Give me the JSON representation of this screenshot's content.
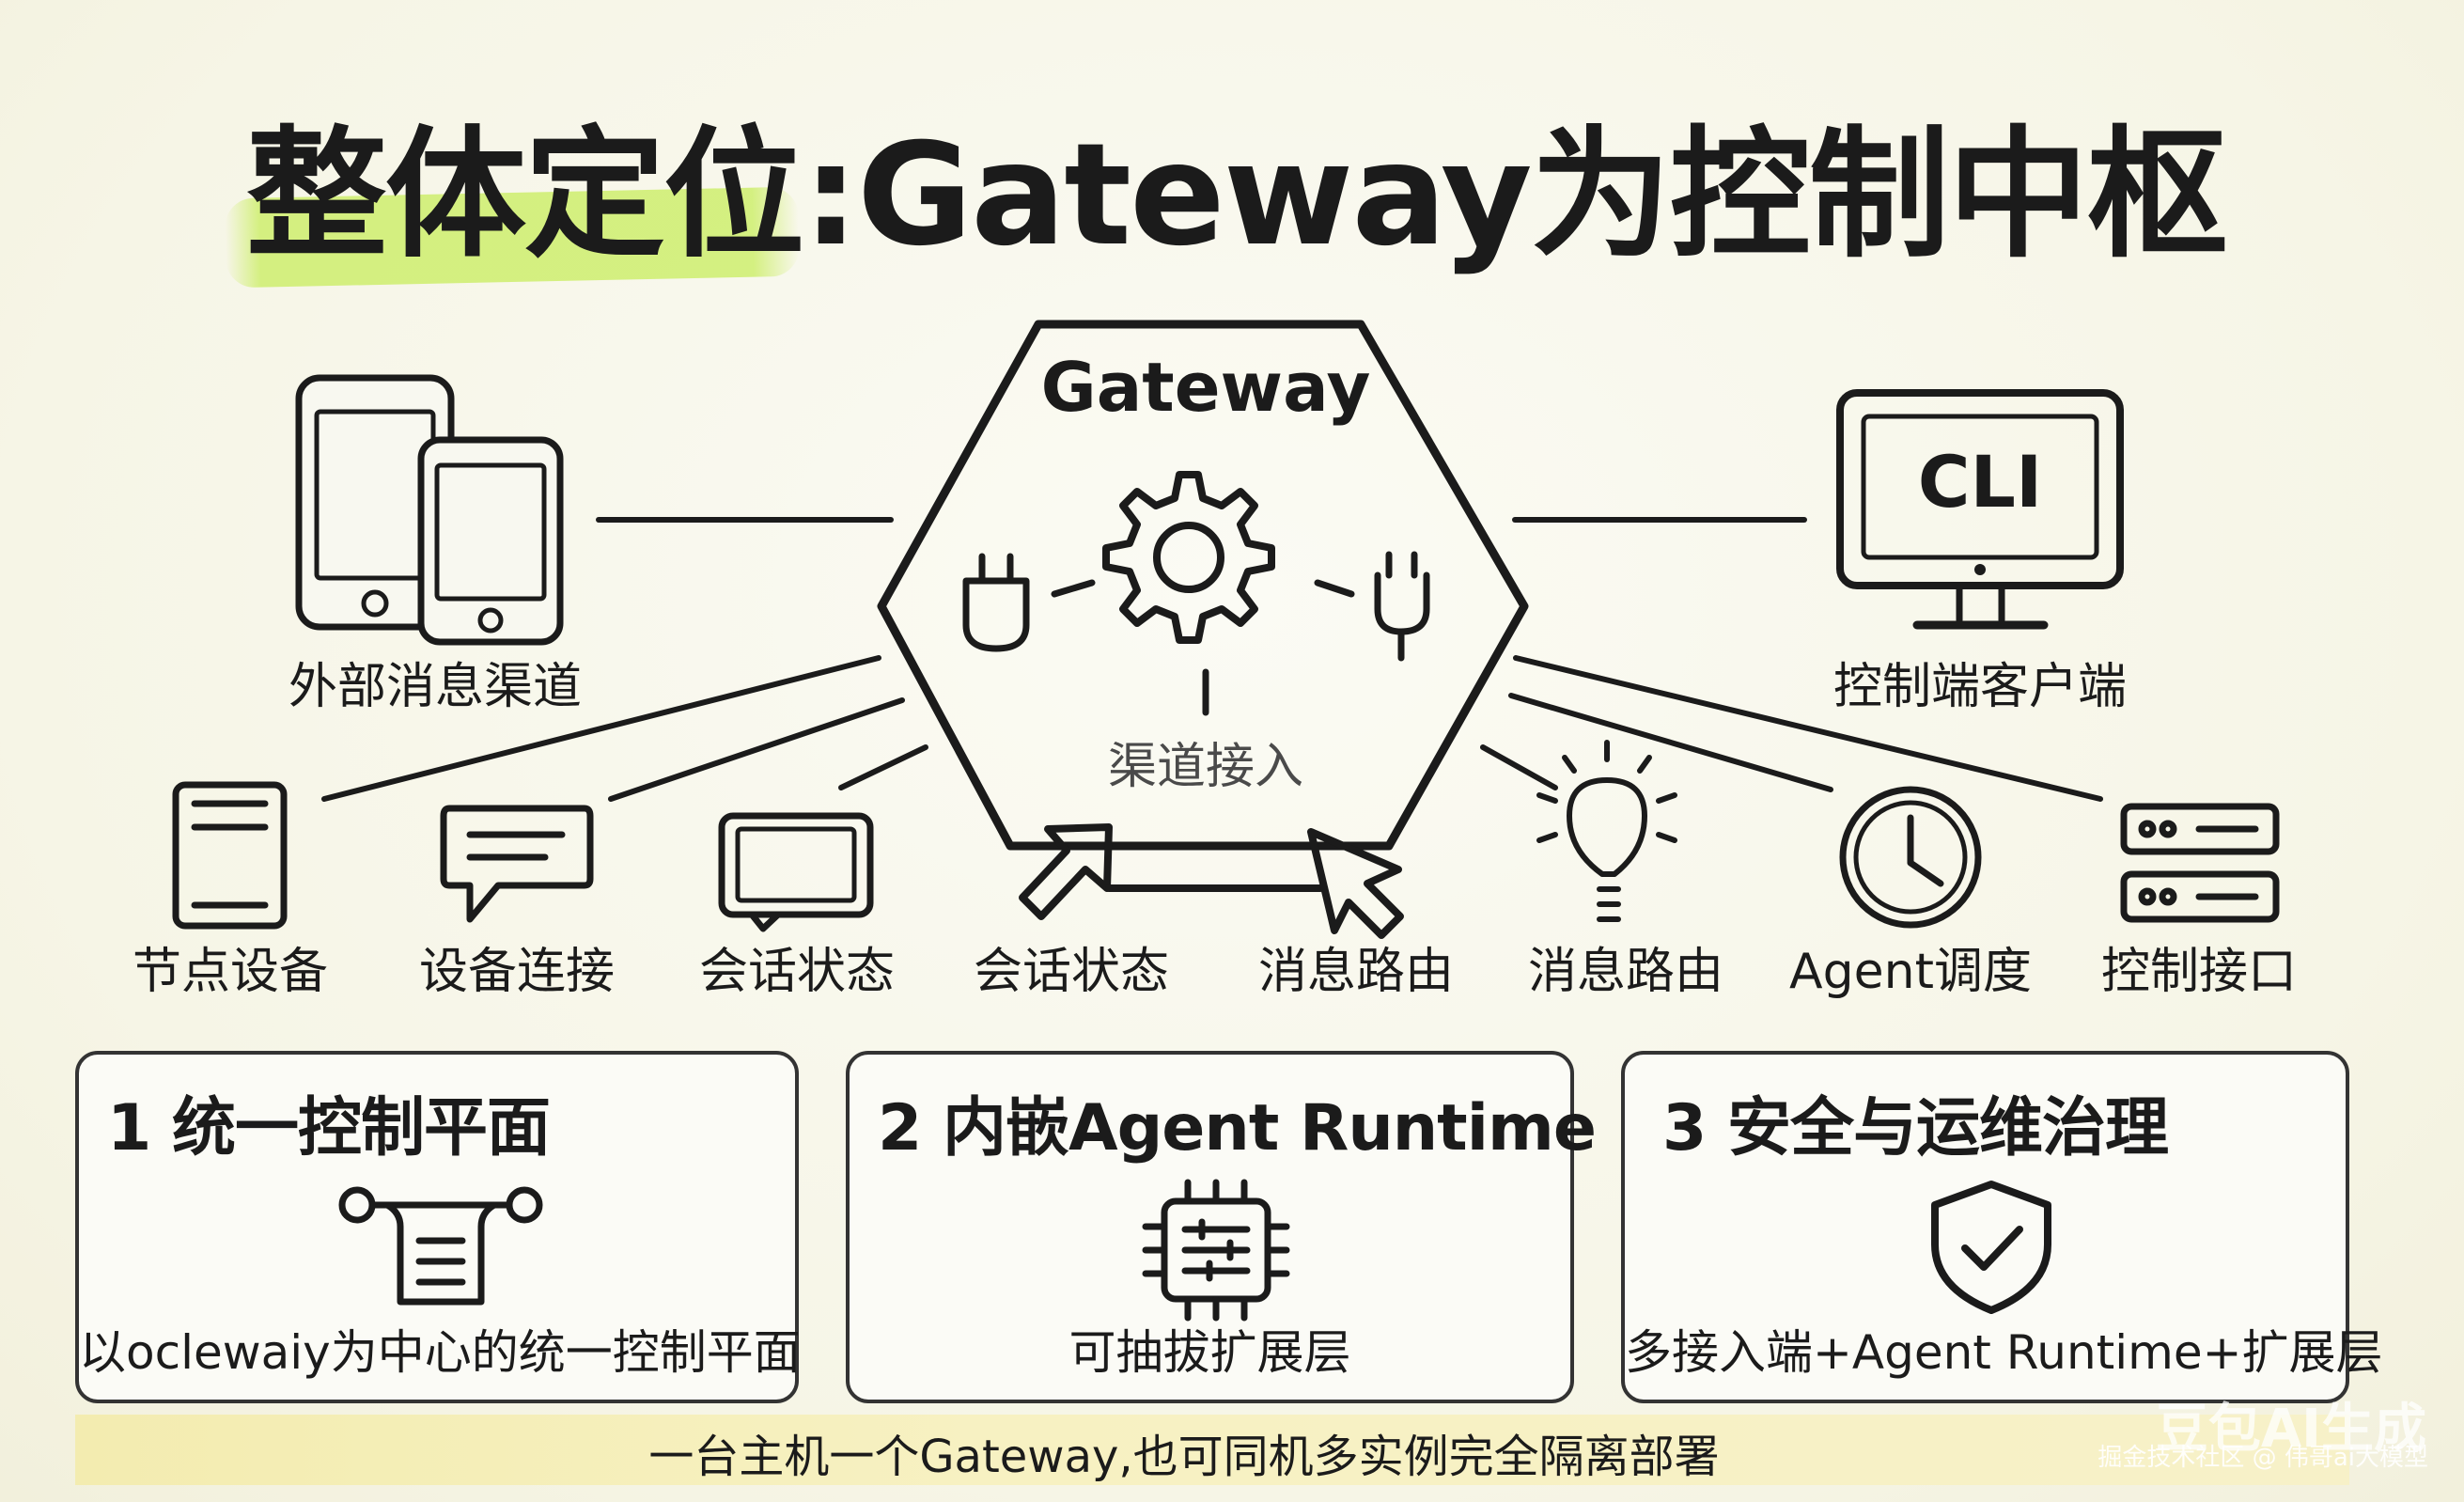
{
  "title": "整体定位:Gateway为控制中枢",
  "hub": {
    "title": "Gateway",
    "inner_label": "渠道接入"
  },
  "left_top": {
    "label": "外部消息渠道"
  },
  "right_top": {
    "screen_text": "CLI",
    "label": "控制端客户端"
  },
  "bottom_row": [
    {
      "label": "节点设备",
      "icon": "tablet-icon"
    },
    {
      "label": "设备连接",
      "icon": "chat-bubble-icon"
    },
    {
      "label": "会话状态",
      "icon": "message-screen-icon"
    },
    {
      "label": "会话状态",
      "icon": "arrow-icon"
    },
    {
      "label": "消息路由",
      "icon": "cursor-icon"
    },
    {
      "label": "消息路由",
      "icon": "lightbulb-icon"
    },
    {
      "label": "Agent调度",
      "icon": "clock-icon"
    },
    {
      "label": "控制接口",
      "icon": "server-icon"
    }
  ],
  "cards": [
    {
      "title": "1 统一控制平面",
      "desc": "以oclewaiy为中心的统一控制平面",
      "icon": "control-plane-icon"
    },
    {
      "title": "2 内嵌Agent Runtime",
      "desc": "可抽拔扩展层",
      "icon": "chip-icon"
    },
    {
      "title": "3 安全与运维治理",
      "desc": "多接入端+Agent Runtime+扩展层",
      "icon": "shield-check-icon"
    }
  ],
  "footer": "一台主机一个Gateway,也可同机多实例完全隔离部署",
  "watermark": {
    "brand": "豆包AI生成",
    "credit": "掘金技术社区 @ 伟哥ai大模型"
  }
}
